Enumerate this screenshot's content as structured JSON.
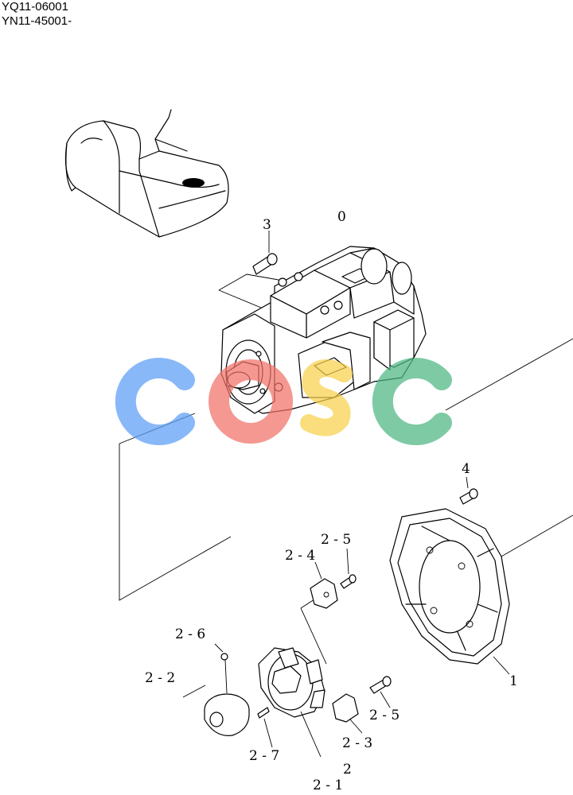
{
  "header": {
    "serial_1": "YQ11-06001",
    "serial_2": "YN11-45001-"
  },
  "callouts": {
    "pump_assembly": "0",
    "bolt_pump": "3",
    "bolt_housing": "4",
    "housing": "1",
    "coupling_group": "2",
    "coupling_hub": "2 - 1",
    "hub": "2 - 2",
    "insert_lower": "2 - 3",
    "insert_upper": "2 - 4",
    "bolt_upper": "2 - 5",
    "bolt_lower": "2 - 5",
    "set_screw": "2 - 6",
    "pin": "2 - 7"
  },
  "watermark": {
    "colors": [
      "#5b9cf6",
      "#f07067",
      "#f8d04a",
      "#4cb581"
    ]
  }
}
